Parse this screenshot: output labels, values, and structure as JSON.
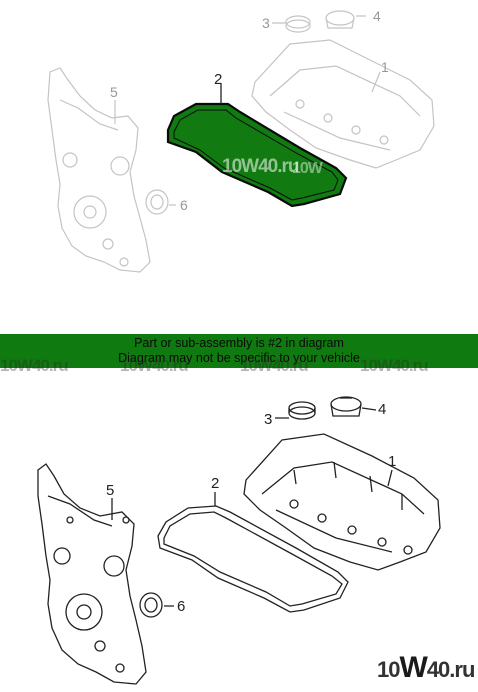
{
  "diagram": {
    "callouts_top": [
      "1",
      "2",
      "3",
      "4",
      "5",
      "6"
    ],
    "callouts_bottom": [
      "1",
      "2",
      "3",
      "4",
      "5",
      "6"
    ]
  },
  "banner": {
    "line1": "Part or sub-assembly is #2 in diagram",
    "line2": "Diagram may not be specific to your vehicle",
    "color": "#0f7a0f"
  },
  "watermark": {
    "a": "10W40.ru",
    "b": "10W"
  },
  "logo": {
    "prefix": "10",
    "letter": "W",
    "suffix": "40.ru"
  }
}
